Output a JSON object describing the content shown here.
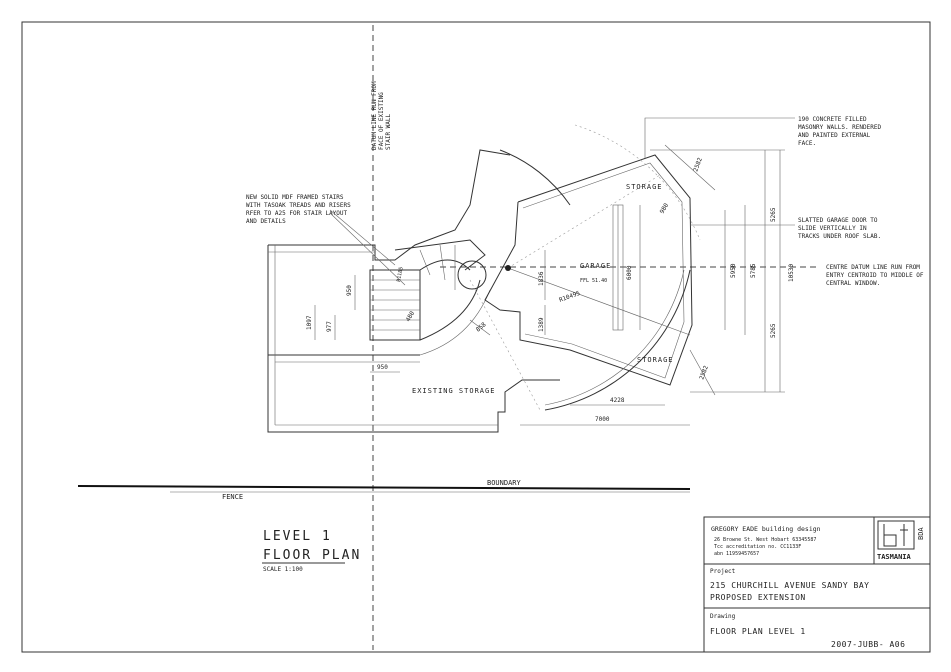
{
  "annotations": {
    "datum_line": [
      "DATUM LINE RUN FROM",
      "FACE OF EXISTING",
      "STAIR WALL"
    ],
    "stairs_note": [
      "NEW SOLID MDF FRAMED STAIRS",
      "WITH TASOAK TREADS AND RISERS",
      "RFER TO A25 FOR STAIR LAYOUT",
      "AND DETAILS"
    ],
    "masonry_note": [
      "190 CONCRETE FILLED",
      "MASONRY WALLS.  RENDERED",
      "AND PAINTED EXTERNAL",
      "FACE."
    ],
    "garage_door_note": [
      "SLATTED GARAGE DOOR TO",
      "SLIDE VERTICALLY IN",
      "TRACKS UNDER ROOF SLAB."
    ],
    "centre_datum_note": [
      "CENTRE DATUM LINE RUN FROM",
      "ENTRY CENTROID TO MIDDLE OF",
      "CENTRAL WINDOW."
    ]
  },
  "rooms": {
    "storage_top": "STORAGE",
    "garage": "GARAGE",
    "garage_ffl": "FFL 51.40",
    "storage_bottom": "STORAGE",
    "existing_storage": "EXISTING STORAGE"
  },
  "dimensions": {
    "d2582_top": "2582",
    "d980": "980",
    "d6000": "6000",
    "d5950": "5950",
    "d5785": "5785",
    "d10530": "10530",
    "d5265_top": "5265",
    "d5265_bottom": "5265",
    "d2582_bottom": "2582",
    "d4228": "4228",
    "d7000": "7000",
    "r10495": "R10495",
    "d1836": "1836",
    "d1389": "1389",
    "d858": "858",
    "d950_left": "950",
    "d950_bottom": "950",
    "d1097": "1097",
    "d977": "977",
    "d480": "480",
    "r1185": "R1185"
  },
  "site": {
    "boundary": "BOUNDARY",
    "fence": "FENCE"
  },
  "title_left": {
    "line1": "LEVEL 1",
    "line2": "FLOOR PLAN",
    "scale": "SCALE 1:100"
  },
  "title_block": {
    "firm": "GREGORY EADE building design",
    "address": "26 Browne St. West Hobart  63345587",
    "accreditation": "Tcc accreditation no. CC1133F",
    "abn": "abn 11959457657",
    "logo_text": "TASMANIA",
    "logo_side": "BDA",
    "project_label": "Project",
    "project_line1": "215 CHURCHILL AVENUE SANDY BAY",
    "project_line2": "PROPOSED EXTENSION",
    "drawing_label": "Drawing",
    "drawing_title": "FLOOR PLAN LEVEL 1",
    "drawing_no": "2007-JUBB- A06"
  }
}
